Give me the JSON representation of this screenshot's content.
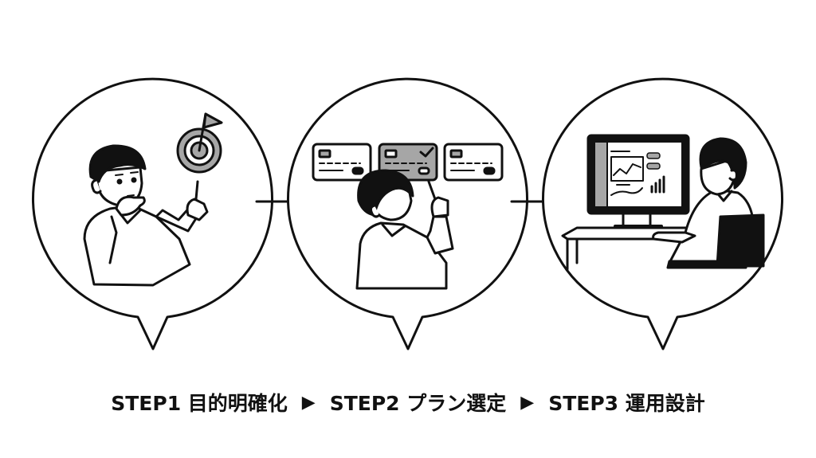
{
  "steps": [
    {
      "label": "STEP1 目的明確化"
    },
    {
      "label": "STEP2 プラン選定"
    },
    {
      "label": "STEP3 運用設計"
    }
  ],
  "separator": "▶",
  "colors": {
    "ink": "#111111",
    "gray": "#a6a6a6",
    "paper": "#ffffff"
  },
  "icons": [
    "target-flag-icon",
    "plan-card-icon",
    "check-icon",
    "monitor-icon",
    "bar-chart-icon"
  ]
}
